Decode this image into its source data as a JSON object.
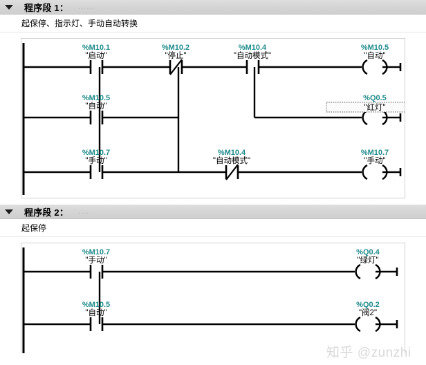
{
  "watermark": "知乎 @zunzhi",
  "networks": [
    {
      "id": "network-1",
      "title": "程序段 1：",
      "title_dots": "......",
      "comment": "起保停、指示灯、手动自动转换",
      "elements": [
        {
          "key": "n1_r1_c1",
          "addr": "%M10.1",
          "sym": "\"启动\"",
          "type": "contact-no"
        },
        {
          "key": "n1_r1_c2",
          "addr": "%M10.2",
          "sym": "\"停止\"",
          "type": "contact-nc"
        },
        {
          "key": "n1_r1_c3",
          "addr": "%M10.4",
          "sym": "\"自动模式\"",
          "type": "contact-no"
        },
        {
          "key": "n1_r1_c4",
          "addr": "%M10.5",
          "sym": "\"自动\"",
          "type": "coil"
        },
        {
          "key": "n1_r2_c1",
          "addr": "%M10.5",
          "sym": "\"自动\"",
          "type": "contact-no"
        },
        {
          "key": "n1_r2_c4",
          "addr": "%Q0.5",
          "sym": "\"红灯\"",
          "type": "coil",
          "selected": true
        },
        {
          "key": "n1_r3_c1",
          "addr": "%M10.7",
          "sym": "\"手动\"",
          "type": "contact-no"
        },
        {
          "key": "n1_r3_c3",
          "addr": "%M10.4",
          "sym": "\"自动模式\"",
          "type": "contact-nc"
        },
        {
          "key": "n1_r3_c4",
          "addr": "%M10.7",
          "sym": "\"手动\"",
          "type": "coil"
        }
      ]
    },
    {
      "id": "network-2",
      "title": "程序段 2：",
      "title_dots": "....",
      "comment": "起保停",
      "elements": [
        {
          "key": "n2_r1_c1",
          "addr": "%M10.7",
          "sym": "\"手动\"",
          "type": "contact-no"
        },
        {
          "key": "n2_r1_c4",
          "addr": "%Q0.4",
          "sym": "\"绿灯\"",
          "type": "coil"
        },
        {
          "key": "n2_r2_c1",
          "addr": "%M10.5",
          "sym": "\"自动\"",
          "type": "contact-no"
        },
        {
          "key": "n2_r2_c4",
          "addr": "%Q0.2",
          "sym": "\"阀2\"",
          "type": "coil"
        }
      ]
    }
  ],
  "colors": {
    "address": "#1f8a8a",
    "symbol": "#000000",
    "wire": "#000000",
    "header_bg": "#d6d6d6"
  }
}
